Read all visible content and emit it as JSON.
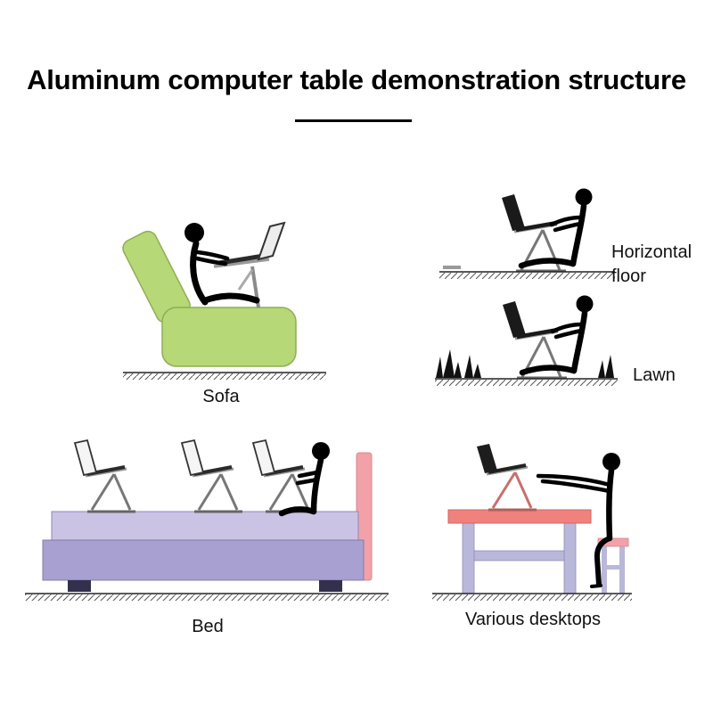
{
  "title": "Aluminum computer table demonstration structure",
  "scenes": {
    "sofa": {
      "label": "Sofa"
    },
    "horizontal_floor": {
      "label": "Horizontal floor"
    },
    "lawn": {
      "label": "Lawn"
    },
    "bed": {
      "label": "Bed"
    },
    "various_desktops": {
      "label": "Various desktops"
    }
  },
  "colors": {
    "background": "#ffffff",
    "text": "#000000",
    "figure": "#000000",
    "sofa_green": "#b6d877",
    "sofa_green_outline": "#8fae53",
    "bed_mattress": "#cac3e4",
    "bed_base": "#a8a0d0",
    "bed_feet": "#33304e",
    "headboard_pink": "#f2a1a8",
    "desk_top": "#f0817c",
    "desk_legs": "#b9b8da",
    "stool_seat": "#f2a1a8",
    "stand_gray": "#8a8a8a",
    "laptop_dark": "#1a1a1a",
    "laptop_light": "#f5f5f5"
  }
}
